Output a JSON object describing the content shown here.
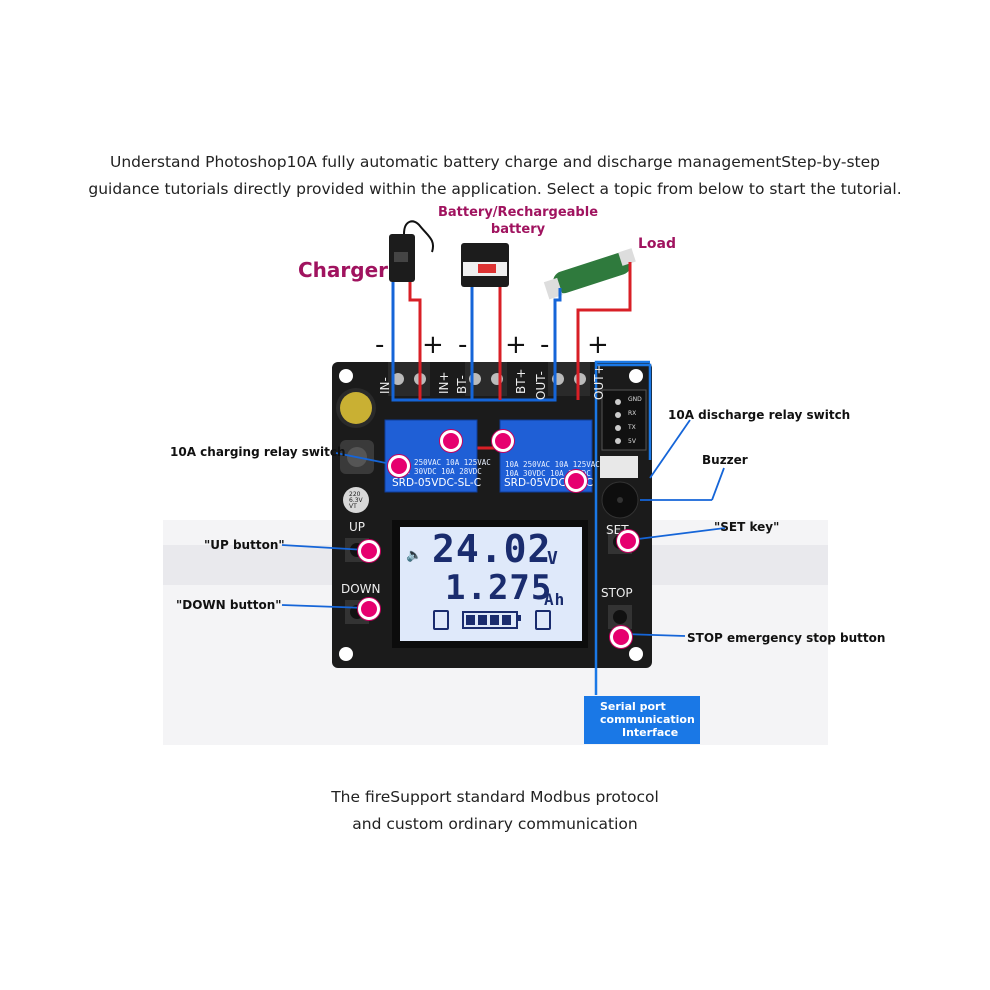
{
  "header": {
    "line1": "Understand Photoshop10A fully automatic battery charge and discharge managementStep-by-step",
    "line2": "guidance tutorials directly provided within the application. Select a topic from below to start the tutorial."
  },
  "components": {
    "charger": "Charger",
    "battery_line1": "Battery/Rechargeable",
    "battery_line2": "battery",
    "load": "Load"
  },
  "polarity": [
    "-",
    "+",
    "-",
    "+",
    "-",
    "+"
  ],
  "terminals": [
    "IN-",
    "IN+",
    "BT-",
    "BT+",
    "OUT-",
    "OUT+"
  ],
  "callouts": {
    "charging_relay": "10A charging relay switch",
    "discharge_relay": "10A discharge relay switch",
    "buzzer": "Buzzer",
    "up_button": "\"UP button\"",
    "down_button": "\"DOWN button\"",
    "set_key": "\"SET key\"",
    "stop_button": "STOP emergency stop button",
    "serial_line1": "Serial port",
    "serial_line2": "communication",
    "serial_line3": "Interface"
  },
  "board": {
    "up_label": "UP",
    "down_label": "DOWN",
    "set_label": "SET",
    "stop_label": "STOP",
    "relay_left_specs": "10A 250VAC 10A 125VAC\n10A 30VDC 10A 28VDC",
    "relay_left_model": "SRD-05VDC-SL-C",
    "relay_right_specs": "10A 250VAC 10A 125VAC\n10A 30VDC 10A 28VDC",
    "relay_right_model": "SRD-05VDC-SL-C",
    "cap_label": "220\n6.3V\nVT",
    "header_pins": "GND\nRX\nTX\n5V"
  },
  "lcd": {
    "voltage": "24.02",
    "voltage_unit": "V",
    "capacity": "1.275",
    "capacity_unit": "Ah",
    "battery_level_bars": 4,
    "battery_level_max": 4
  },
  "footer": {
    "line1": "The fireSupport standard Modbus protocol",
    "line2": "and custom ordinary communication"
  },
  "colors": {
    "accent_magenta": "#e6006f",
    "label_magenta": "#a0135f",
    "wire_blue": "#1565d8",
    "wire_red": "#d81f26",
    "board": "#1b1b1b",
    "relay_blue": "#1f5fd6",
    "lcd_back": "#dfe9fa",
    "lcd_text": "#1a2c6e"
  }
}
